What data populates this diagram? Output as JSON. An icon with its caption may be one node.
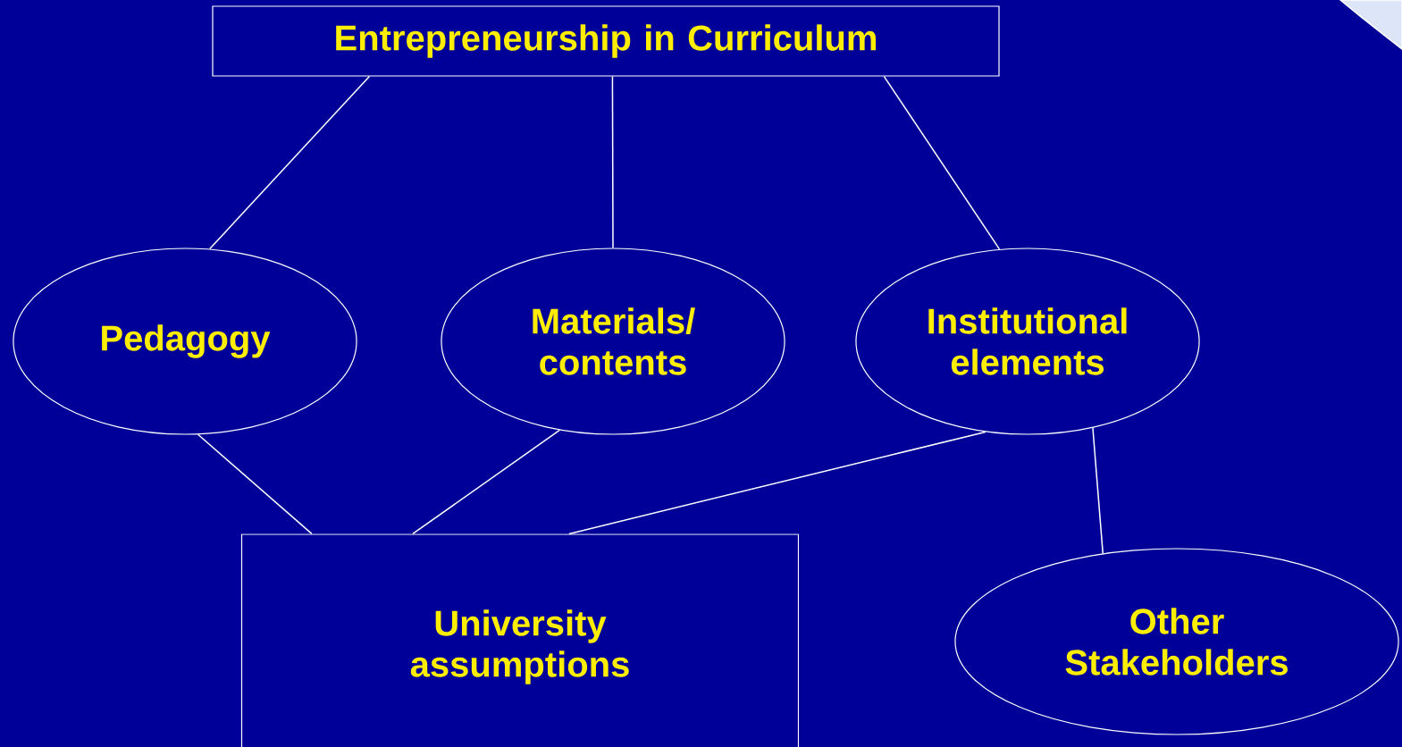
{
  "diagram": {
    "nodes": [
      {
        "text": [
          "Entrepreneurship in Curriculum"
        ]
      },
      {
        "text": [
          "Pedagogy"
        ]
      },
      {
        "text": [
          "Materials/ contents"
        ]
      },
      {
        "text": [
          "Institutional elements"
        ]
      },
      {
        "text": [
          "University assumptions"
        ]
      },
      {
        "text": [
          "Other Stakeholders"
        ]
      }
    ],
    "edges": [
      {
        "from": 0,
        "to": 1,
        "arrow": "none"
      },
      {
        "from": 0,
        "to": 2,
        "arrow": "none"
      },
      {
        "from": 0,
        "to": 3,
        "arrow": "none"
      },
      {
        "from": 1,
        "to": 4,
        "arrow": "none"
      },
      {
        "from": 2,
        "to": 4,
        "arrow": "none"
      },
      {
        "from": 3,
        "to": 4,
        "arrow": "none"
      },
      {
        "from": 3,
        "to": 5,
        "arrow": "none"
      }
    ]
  }
}
